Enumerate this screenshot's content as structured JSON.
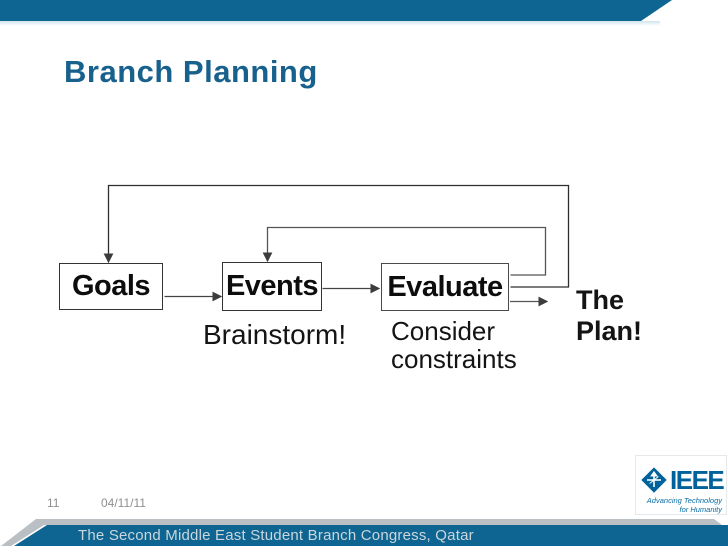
{
  "header": {
    "title": "Branch Planning"
  },
  "diagram": {
    "boxes": [
      {
        "label": "Goals"
      },
      {
        "label": "Events"
      },
      {
        "label": "Evaluate"
      }
    ],
    "notes": {
      "brainstorm": "Brainstorm!",
      "consider_line1": "Consider",
      "consider_line2": "constraints",
      "plan_line1": "The",
      "plan_line2": "Plan!"
    }
  },
  "footer": {
    "page_number": "11",
    "date": "04/11/11",
    "banner": "The Second Middle East Student Branch Congress, Qatar"
  },
  "logo": {
    "brand": "IEEE",
    "tagline1": "Advancing Technology",
    "tagline2": "for Humanity"
  },
  "colors": {
    "bar_blue": "#0e6591",
    "title_blue": "#17618c",
    "ieee_blue": "#00629b"
  }
}
